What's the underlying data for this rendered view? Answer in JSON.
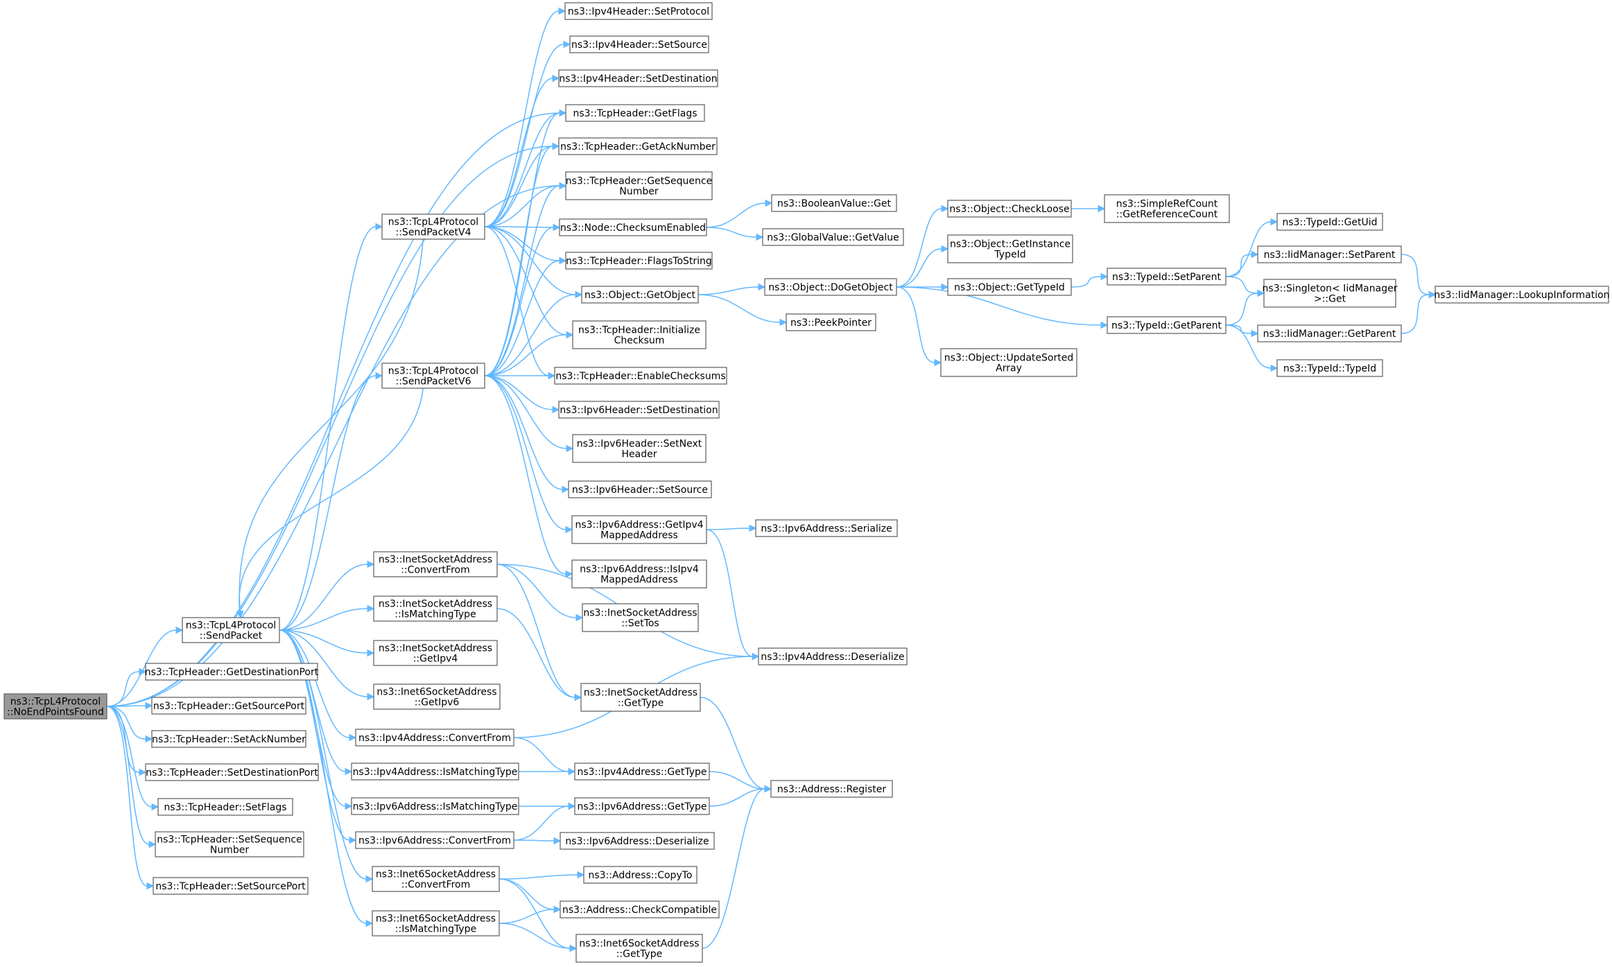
{
  "graph": {
    "title": "",
    "root": "NoEndPointsFound",
    "node_fill": "#ffffff",
    "root_fill": "#999999",
    "edge_color": "#63b8ff",
    "nodes": [
      {
        "id": "NoEndPointsFound",
        "lines": [
          "ns3::TcpL4Protocol",
          "::NoEndPointsFound"
        ]
      },
      {
        "id": "SendPacket",
        "lines": [
          "ns3::TcpL4Protocol",
          "::SendPacket"
        ]
      },
      {
        "id": "GetDestinationPort",
        "lines": [
          "ns3::TcpHeader::GetDestinationPort"
        ]
      },
      {
        "id": "GetSourcePort",
        "lines": [
          "ns3::TcpHeader::GetSourcePort"
        ]
      },
      {
        "id": "SetAckNumber",
        "lines": [
          "ns3::TcpHeader::SetAckNumber"
        ]
      },
      {
        "id": "SetDestinationPort",
        "lines": [
          "ns3::TcpHeader::SetDestinationPort"
        ]
      },
      {
        "id": "SetFlags",
        "lines": [
          "ns3::TcpHeader::SetFlags"
        ]
      },
      {
        "id": "SetSequenceNumber",
        "lines": [
          "ns3::TcpHeader::SetSequence",
          "Number"
        ]
      },
      {
        "id": "SetSourcePort",
        "lines": [
          "ns3::TcpHeader::SetSourcePort"
        ]
      },
      {
        "id": "SendPacketV4",
        "lines": [
          "ns3::TcpL4Protocol",
          "::SendPacketV4"
        ]
      },
      {
        "id": "SendPacketV6",
        "lines": [
          "ns3::TcpL4Protocol",
          "::SendPacketV6"
        ]
      },
      {
        "id": "InetConvertFrom",
        "lines": [
          "ns3::InetSocketAddress",
          "::ConvertFrom"
        ]
      },
      {
        "id": "InetIsMatchingType",
        "lines": [
          "ns3::InetSocketAddress",
          "::IsMatchingType"
        ]
      },
      {
        "id": "InetGetIpv4",
        "lines": [
          "ns3::InetSocketAddress",
          "::GetIpv4"
        ]
      },
      {
        "id": "Inet6GetIpv6",
        "lines": [
          "ns3::Inet6SocketAddress",
          "::GetIpv6"
        ]
      },
      {
        "id": "Ipv4ConvertFrom",
        "lines": [
          "ns3::Ipv4Address::ConvertFrom"
        ]
      },
      {
        "id": "Ipv4IsMatchingType",
        "lines": [
          "ns3::Ipv4Address::IsMatchingType"
        ]
      },
      {
        "id": "Ipv6IsMatchingType",
        "lines": [
          "ns3::Ipv6Address::IsMatchingType"
        ]
      },
      {
        "id": "Ipv6ConvertFrom",
        "lines": [
          "ns3::Ipv6Address::ConvertFrom"
        ]
      },
      {
        "id": "Inet6ConvertFrom",
        "lines": [
          "ns3::Inet6SocketAddress",
          "::ConvertFrom"
        ]
      },
      {
        "id": "Inet6IsMatchingType",
        "lines": [
          "ns3::Inet6SocketAddress",
          "::IsMatchingType"
        ]
      },
      {
        "id": "Ipv4HSetProtocol",
        "lines": [
          "ns3::Ipv4Header::SetProtocol"
        ]
      },
      {
        "id": "Ipv4HSetSource",
        "lines": [
          "ns3::Ipv4Header::SetSource"
        ]
      },
      {
        "id": "Ipv4HSetDestination",
        "lines": [
          "ns3::Ipv4Header::SetDestination"
        ]
      },
      {
        "id": "GetFlags",
        "lines": [
          "ns3::TcpHeader::GetFlags"
        ]
      },
      {
        "id": "GetAckNumber",
        "lines": [
          "ns3::TcpHeader::GetAckNumber"
        ]
      },
      {
        "id": "GetSequenceNumber",
        "lines": [
          "ns3::TcpHeader::GetSequence",
          "Number"
        ]
      },
      {
        "id": "ChecksumEnabled",
        "lines": [
          "ns3::Node::ChecksumEnabled"
        ]
      },
      {
        "id": "FlagsToString",
        "lines": [
          "ns3::TcpHeader::FlagsToString"
        ]
      },
      {
        "id": "GetObject",
        "lines": [
          "ns3::Object::GetObject"
        ]
      },
      {
        "id": "InitializeChecksum",
        "lines": [
          "ns3::TcpHeader::Initialize",
          "Checksum"
        ]
      },
      {
        "id": "EnableChecksums",
        "lines": [
          "ns3::TcpHeader::EnableChecksums"
        ]
      },
      {
        "id": "Ipv6HSetDestination",
        "lines": [
          "ns3::Ipv6Header::SetDestination"
        ]
      },
      {
        "id": "Ipv6HSetNextHeader",
        "lines": [
          "ns3::Ipv6Header::SetNext",
          "Header"
        ]
      },
      {
        "id": "Ipv6HSetSource",
        "lines": [
          "ns3::Ipv6Header::SetSource"
        ]
      },
      {
        "id": "GetIpv4MappedAddress",
        "lines": [
          "ns3::Ipv6Address::GetIpv4",
          "MappedAddress"
        ]
      },
      {
        "id": "IsIpv4MappedAddress",
        "lines": [
          "ns3::Ipv6Address::IsIpv4",
          "MappedAddress"
        ]
      },
      {
        "id": "InetSetTos",
        "lines": [
          "ns3::InetSocketAddress",
          "::SetTos"
        ]
      },
      {
        "id": "InetGetType",
        "lines": [
          "ns3::InetSocketAddress",
          "::GetType"
        ]
      },
      {
        "id": "Ipv4GetType",
        "lines": [
          "ns3::Ipv4Address::GetType"
        ]
      },
      {
        "id": "Ipv6GetType",
        "lines": [
          "ns3::Ipv6Address::GetType"
        ]
      },
      {
        "id": "Ipv6Deserialize",
        "lines": [
          "ns3::Ipv6Address::Deserialize"
        ]
      },
      {
        "id": "CopyTo",
        "lines": [
          "ns3::Address::CopyTo"
        ]
      },
      {
        "id": "CheckCompatible",
        "lines": [
          "ns3::Address::CheckCompatible"
        ]
      },
      {
        "id": "Inet6GetType",
        "lines": [
          "ns3::Inet6SocketAddress",
          "::GetType"
        ]
      },
      {
        "id": "BooleanValueGet",
        "lines": [
          "ns3::BooleanValue::Get"
        ]
      },
      {
        "id": "GlobalValueGetValue",
        "lines": [
          "ns3::GlobalValue::GetValue"
        ]
      },
      {
        "id": "DoGetObject",
        "lines": [
          "ns3::Object::DoGetObject"
        ]
      },
      {
        "id": "PeekPointer",
        "lines": [
          "ns3::PeekPointer"
        ]
      },
      {
        "id": "Ipv6Serialize",
        "lines": [
          "ns3::Ipv6Address::Serialize"
        ]
      },
      {
        "id": "Ipv4Deserialize",
        "lines": [
          "ns3::Ipv4Address::Deserialize"
        ]
      },
      {
        "id": "AddressRegister",
        "lines": [
          "ns3::Address::Register"
        ]
      },
      {
        "id": "CheckLoose",
        "lines": [
          "ns3::Object::CheckLoose"
        ]
      },
      {
        "id": "GetInstanceTypeId",
        "lines": [
          "ns3::Object::GetInstance",
          "TypeId"
        ]
      },
      {
        "id": "ObjectGetTypeId",
        "lines": [
          "ns3::Object::GetTypeId"
        ]
      },
      {
        "id": "UpdateSortedArray",
        "lines": [
          "ns3::Object::UpdateSorted",
          "Array"
        ]
      },
      {
        "id": "GetReferenceCount",
        "lines": [
          "ns3::SimpleRefCount",
          "::GetReferenceCount"
        ]
      },
      {
        "id": "TypeIdSetParent",
        "lines": [
          "ns3::TypeId::SetParent"
        ]
      },
      {
        "id": "TypeIdGetParent",
        "lines": [
          "ns3::TypeId::GetParent"
        ]
      },
      {
        "id": "TypeIdGetUid",
        "lines": [
          "ns3::TypeId::GetUid"
        ]
      },
      {
        "id": "IidSetParent",
        "lines": [
          "ns3::IidManager::SetParent"
        ]
      },
      {
        "id": "SingletonGet",
        "lines": [
          "ns3::Singleton< IidManager",
          " >::Get"
        ]
      },
      {
        "id": "IidGetParent",
        "lines": [
          "ns3::IidManager::GetParent"
        ]
      },
      {
        "id": "TypeIdTypeId",
        "lines": [
          "ns3::TypeId::TypeId"
        ]
      },
      {
        "id": "LookupInformation",
        "lines": [
          "ns3::IidManager::LookupInformation"
        ]
      }
    ],
    "edges": [
      [
        "NoEndPointsFound",
        "SendPacket"
      ],
      [
        "NoEndPointsFound",
        "GetDestinationPort"
      ],
      [
        "NoEndPointsFound",
        "GetSourcePort"
      ],
      [
        "NoEndPointsFound",
        "SetAckNumber"
      ],
      [
        "NoEndPointsFound",
        "SetDestinationPort"
      ],
      [
        "NoEndPointsFound",
        "SetFlags"
      ],
      [
        "NoEndPointsFound",
        "SetSequenceNumber"
      ],
      [
        "NoEndPointsFound",
        "SetSourcePort"
      ],
      [
        "NoEndPointsFound",
        "GetFlags"
      ],
      [
        "NoEndPointsFound",
        "GetAckNumber"
      ],
      [
        "NoEndPointsFound",
        "GetSequenceNumber"
      ],
      [
        "SendPacket",
        "SendPacketV4"
      ],
      [
        "SendPacket",
        "SendPacketV6"
      ],
      [
        "SendPacket",
        "InetConvertFrom"
      ],
      [
        "SendPacket",
        "InetIsMatchingType"
      ],
      [
        "SendPacket",
        "InetGetIpv4"
      ],
      [
        "SendPacket",
        "Inet6GetIpv6"
      ],
      [
        "SendPacket",
        "Ipv4ConvertFrom"
      ],
      [
        "SendPacket",
        "Ipv4IsMatchingType"
      ],
      [
        "SendPacket",
        "Ipv6IsMatchingType"
      ],
      [
        "SendPacket",
        "Ipv6ConvertFrom"
      ],
      [
        "SendPacket",
        "Inet6ConvertFrom"
      ],
      [
        "SendPacket",
        "Inet6IsMatchingType"
      ],
      [
        "SendPacketV4",
        "Ipv4HSetProtocol"
      ],
      [
        "SendPacketV4",
        "Ipv4HSetSource"
      ],
      [
        "SendPacketV4",
        "Ipv4HSetDestination"
      ],
      [
        "SendPacketV4",
        "GetFlags"
      ],
      [
        "SendPacketV4",
        "GetAckNumber"
      ],
      [
        "SendPacketV4",
        "GetSequenceNumber"
      ],
      [
        "SendPacketV4",
        "ChecksumEnabled"
      ],
      [
        "SendPacketV4",
        "FlagsToString"
      ],
      [
        "SendPacketV4",
        "GetObject"
      ],
      [
        "SendPacketV4",
        "InitializeChecksum"
      ],
      [
        "SendPacketV4",
        "EnableChecksums"
      ],
      [
        "SendPacketV4",
        "SendPacket"
      ],
      [
        "SendPacketV6",
        "GetFlags"
      ],
      [
        "SendPacketV6",
        "GetAckNumber"
      ],
      [
        "SendPacketV6",
        "GetSequenceNumber"
      ],
      [
        "SendPacketV6",
        "ChecksumEnabled"
      ],
      [
        "SendPacketV6",
        "FlagsToString"
      ],
      [
        "SendPacketV6",
        "GetObject"
      ],
      [
        "SendPacketV6",
        "InitializeChecksum"
      ],
      [
        "SendPacketV6",
        "EnableChecksums"
      ],
      [
        "SendPacketV6",
        "Ipv6HSetDestination"
      ],
      [
        "SendPacketV6",
        "Ipv6HSetNextHeader"
      ],
      [
        "SendPacketV6",
        "Ipv6HSetSource"
      ],
      [
        "SendPacketV6",
        "GetIpv4MappedAddress"
      ],
      [
        "SendPacketV6",
        "IsIpv4MappedAddress"
      ],
      [
        "SendPacketV6",
        "SendPacket"
      ],
      [
        "InetConvertFrom",
        "InetSetTos"
      ],
      [
        "InetConvertFrom",
        "InetGetType"
      ],
      [
        "InetConvertFrom",
        "Ipv4Deserialize"
      ],
      [
        "InetIsMatchingType",
        "InetGetType"
      ],
      [
        "Ipv4ConvertFrom",
        "Ipv4GetType"
      ],
      [
        "Ipv4ConvertFrom",
        "Ipv4Deserialize"
      ],
      [
        "Ipv4IsMatchingType",
        "Ipv4GetType"
      ],
      [
        "Ipv6IsMatchingType",
        "Ipv6GetType"
      ],
      [
        "Ipv6ConvertFrom",
        "Ipv6GetType"
      ],
      [
        "Ipv6ConvertFrom",
        "Ipv6Deserialize"
      ],
      [
        "Inet6ConvertFrom",
        "CopyTo"
      ],
      [
        "Inet6ConvertFrom",
        "CheckCompatible"
      ],
      [
        "Inet6ConvertFrom",
        "Inet6GetType"
      ],
      [
        "Inet6IsMatchingType",
        "CheckCompatible"
      ],
      [
        "Inet6IsMatchingType",
        "Inet6GetType"
      ],
      [
        "ChecksumEnabled",
        "BooleanValueGet"
      ],
      [
        "ChecksumEnabled",
        "GlobalValueGetValue"
      ],
      [
        "GetObject",
        "DoGetObject"
      ],
      [
        "GetObject",
        "PeekPointer"
      ],
      [
        "GetIpv4MappedAddress",
        "Ipv6Serialize"
      ],
      [
        "GetIpv4MappedAddress",
        "Ipv4Deserialize"
      ],
      [
        "InetGetType",
        "AddressRegister"
      ],
      [
        "Ipv4GetType",
        "AddressRegister"
      ],
      [
        "Ipv6GetType",
        "AddressRegister"
      ],
      [
        "Inet6GetType",
        "AddressRegister"
      ],
      [
        "DoGetObject",
        "CheckLoose"
      ],
      [
        "DoGetObject",
        "GetInstanceTypeId"
      ],
      [
        "DoGetObject",
        "ObjectGetTypeId"
      ],
      [
        "DoGetObject",
        "UpdateSortedArray"
      ],
      [
        "DoGetObject",
        "TypeIdGetParent"
      ],
      [
        "CheckLoose",
        "GetReferenceCount"
      ],
      [
        "ObjectGetTypeId",
        "TypeIdSetParent"
      ],
      [
        "TypeIdSetParent",
        "TypeIdGetUid"
      ],
      [
        "TypeIdSetParent",
        "IidSetParent"
      ],
      [
        "TypeIdSetParent",
        "SingletonGet"
      ],
      [
        "TypeIdGetParent",
        "SingletonGet"
      ],
      [
        "TypeIdGetParent",
        "IidGetParent"
      ],
      [
        "TypeIdGetParent",
        "TypeIdTypeId"
      ],
      [
        "IidSetParent",
        "LookupInformation"
      ],
      [
        "IidGetParent",
        "LookupInformation"
      ]
    ]
  }
}
